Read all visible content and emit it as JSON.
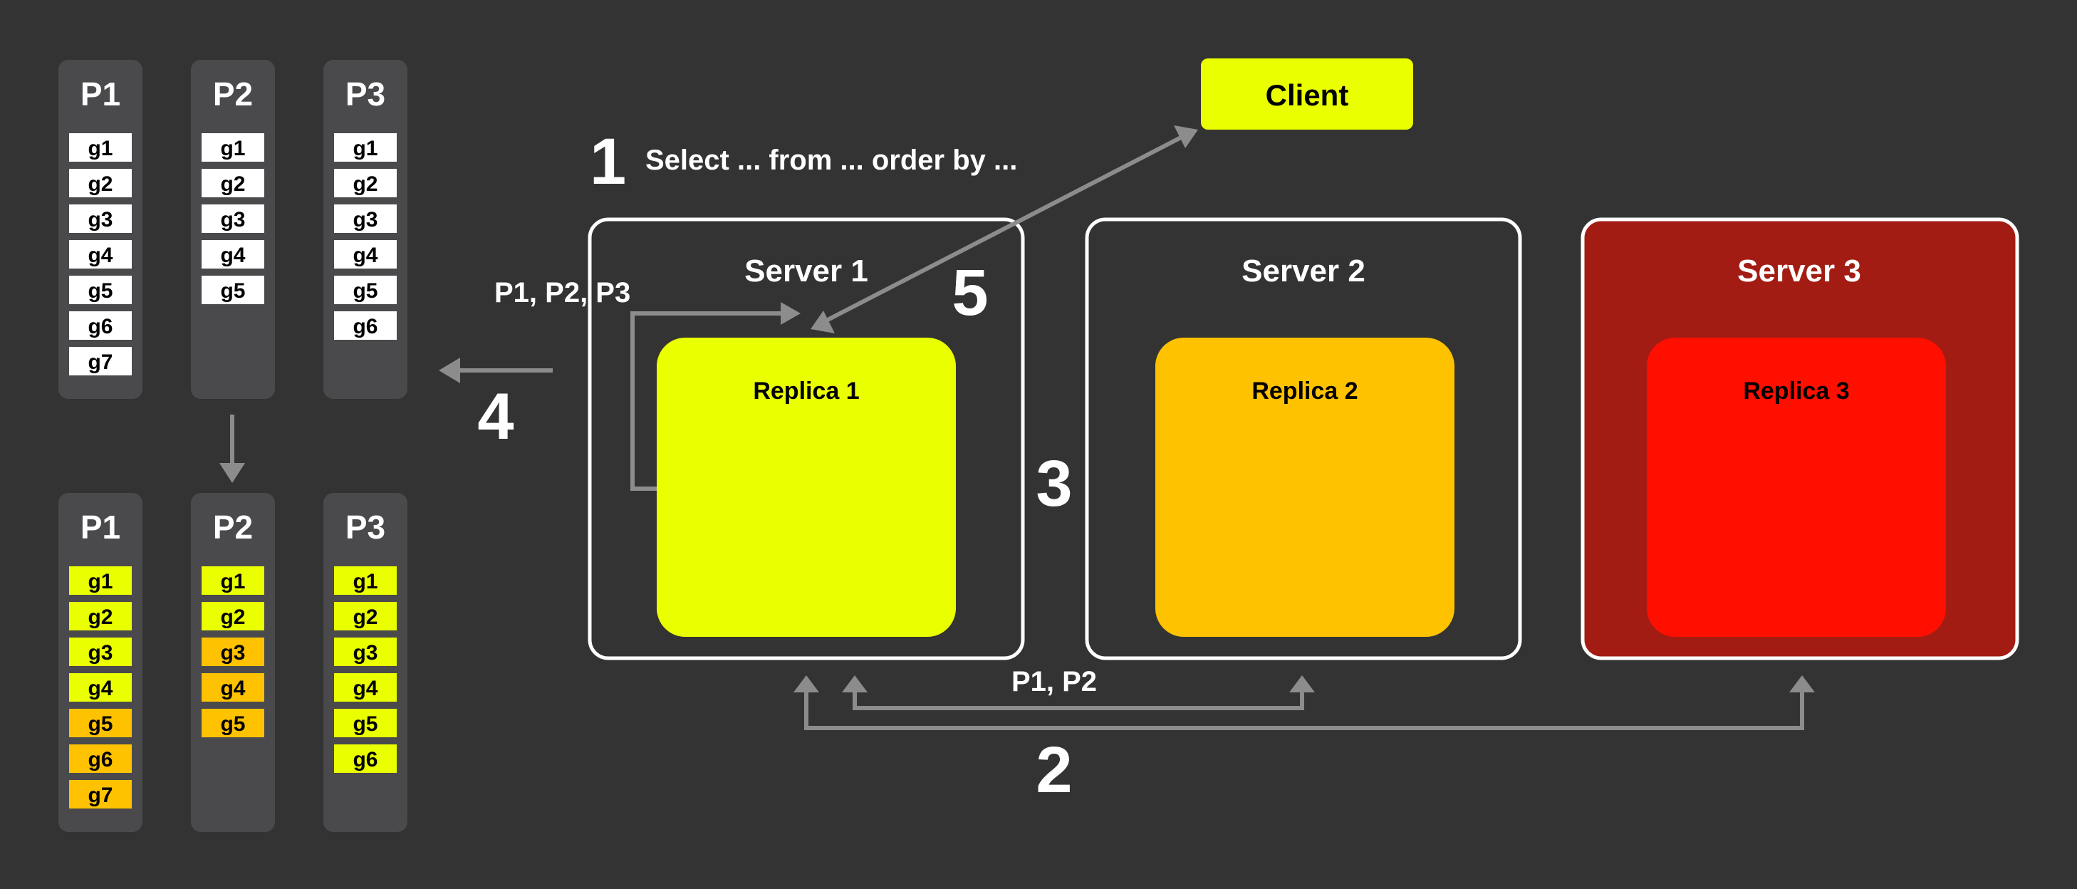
{
  "colors": {
    "background": "#333333",
    "panel": "#4a4a4c",
    "arrow": "#8c8c8c",
    "white": "#ffffff",
    "yellow": "#eaff00",
    "orange": "#ffc200",
    "red": "#ff0f00",
    "dark_red": "#a31c14"
  },
  "client": {
    "label": "Client"
  },
  "step1": {
    "number": "1",
    "query": "Select ... from ... order by ..."
  },
  "step2": {
    "number": "2",
    "label": "P1, P2"
  },
  "step3": {
    "number": "3"
  },
  "step4": {
    "number": "4",
    "label": "P1, P2,  P3"
  },
  "step5": {
    "number": "5"
  },
  "servers": [
    {
      "label": "Server 1",
      "replica": "Replica 1"
    },
    {
      "label": "Server 2",
      "replica": "Replica 2"
    },
    {
      "label": "Server 3",
      "replica": "Replica 3"
    }
  ],
  "partitions_before": [
    {
      "label": "P1",
      "groups": [
        "g1",
        "g2",
        "g3",
        "g4",
        "g5",
        "g6",
        "g7"
      ]
    },
    {
      "label": "P2",
      "groups": [
        "g1",
        "g2",
        "g3",
        "g4",
        "g5"
      ]
    },
    {
      "label": "P3",
      "groups": [
        "g1",
        "g2",
        "g3",
        "g4",
        "g5",
        "g6"
      ]
    }
  ],
  "partitions_after": [
    {
      "label": "P1",
      "groups": [
        {
          "g": "g1",
          "c": "yellow"
        },
        {
          "g": "g2",
          "c": "yellow"
        },
        {
          "g": "g3",
          "c": "yellow"
        },
        {
          "g": "g4",
          "c": "yellow"
        },
        {
          "g": "g5",
          "c": "orange"
        },
        {
          "g": "g6",
          "c": "orange"
        },
        {
          "g": "g7",
          "c": "orange"
        }
      ]
    },
    {
      "label": "P2",
      "groups": [
        {
          "g": "g1",
          "c": "yellow"
        },
        {
          "g": "g2",
          "c": "yellow"
        },
        {
          "g": "g3",
          "c": "orange"
        },
        {
          "g": "g4",
          "c": "orange"
        },
        {
          "g": "g5",
          "c": "orange"
        }
      ]
    },
    {
      "label": "P3",
      "groups": [
        {
          "g": "g1",
          "c": "yellow"
        },
        {
          "g": "g2",
          "c": "yellow"
        },
        {
          "g": "g3",
          "c": "yellow"
        },
        {
          "g": "g4",
          "c": "yellow"
        },
        {
          "g": "g5",
          "c": "yellow"
        },
        {
          "g": "g6",
          "c": "yellow"
        }
      ]
    }
  ]
}
